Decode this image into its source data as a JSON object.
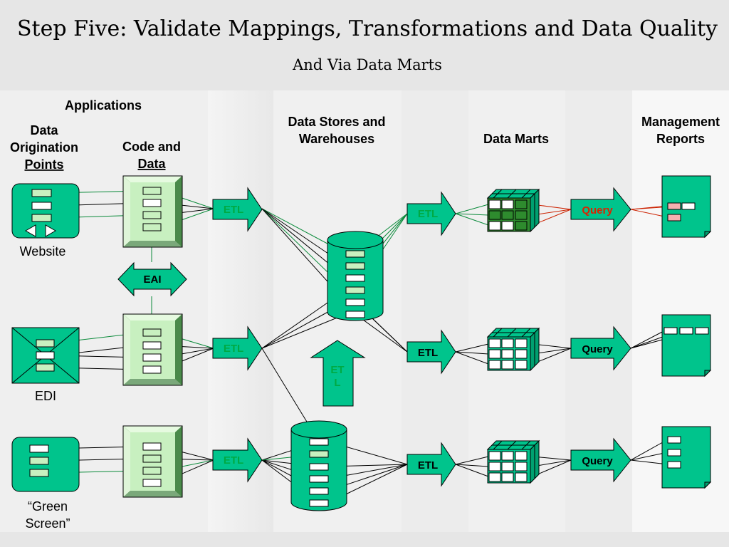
{
  "title": "Step Five: Validate Mappings, Transformations and Data Quality",
  "subtitle": "And Via Data Marts",
  "columns": {
    "applications": "Applications",
    "origination": [
      "Data",
      "Origination",
      "Points"
    ],
    "code_data": [
      "Code and",
      "Data"
    ],
    "data_stores": [
      "Data Stores and",
      "Warehouses"
    ],
    "data_marts": "Data Marts",
    "reports": [
      "Management",
      "Reports"
    ]
  },
  "sources": {
    "website": "Website",
    "edi": "EDI",
    "green_screen": [
      "“Green",
      "Screen”"
    ]
  },
  "labels": {
    "eai": "EAI",
    "etl": "ETL",
    "etl_vertical": [
      "ET",
      "L"
    ],
    "query": "Query"
  },
  "colors": {
    "accent": "#00c48c",
    "light_green": "#c8f0c0",
    "dark_green": "#2e8b2e",
    "etl_highlight": "#00aa44",
    "query_highlight": "#dd2200",
    "band": "#ffffff",
    "background": "#e6e6e6"
  }
}
